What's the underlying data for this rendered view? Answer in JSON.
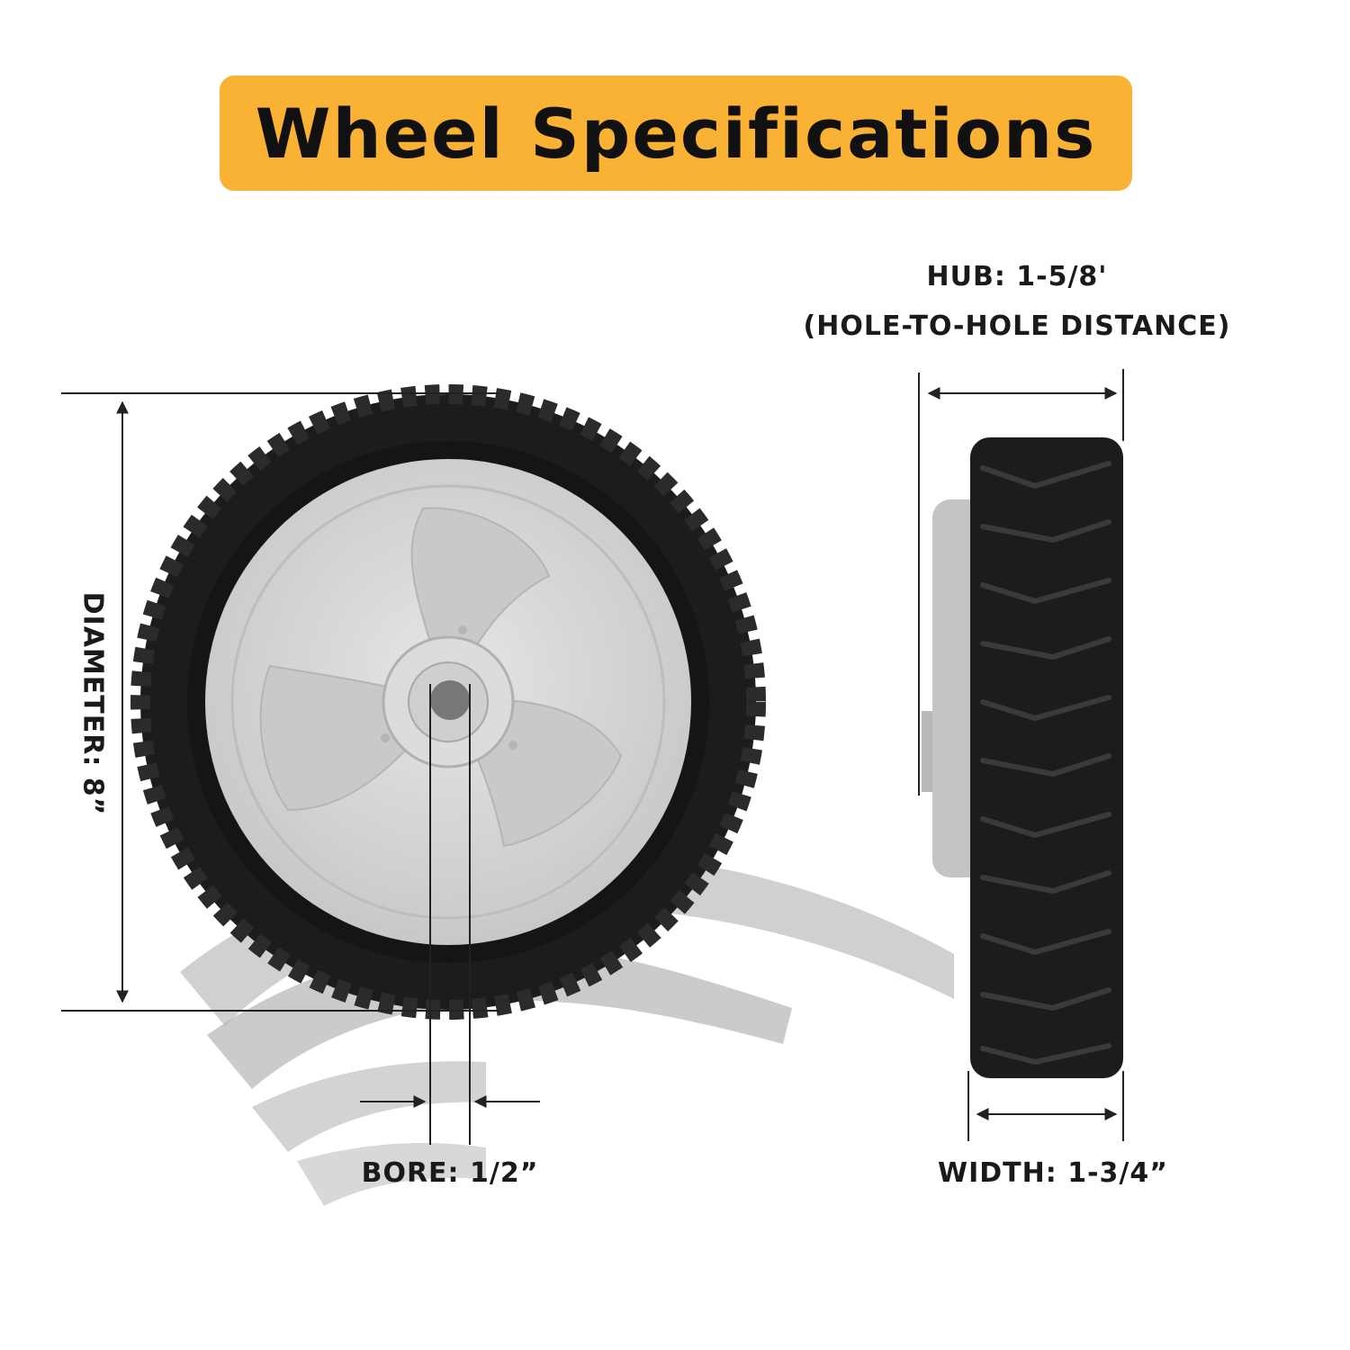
{
  "title": "Wheel Specifications",
  "hub": {
    "line1": "HUB: 1-5/8'",
    "line2": "(HOLE-TO-HOLE DISTANCE)"
  },
  "diameter": "DIAMETER: 8”",
  "bore": "BORE: 1/2”",
  "width": "WIDTH: 1-3/4”",
  "colors": {
    "banner": "#F9B233",
    "tire": "#1c1c1c",
    "rim": "#d4d4d4",
    "tread_mark": "#9a9a9a"
  }
}
